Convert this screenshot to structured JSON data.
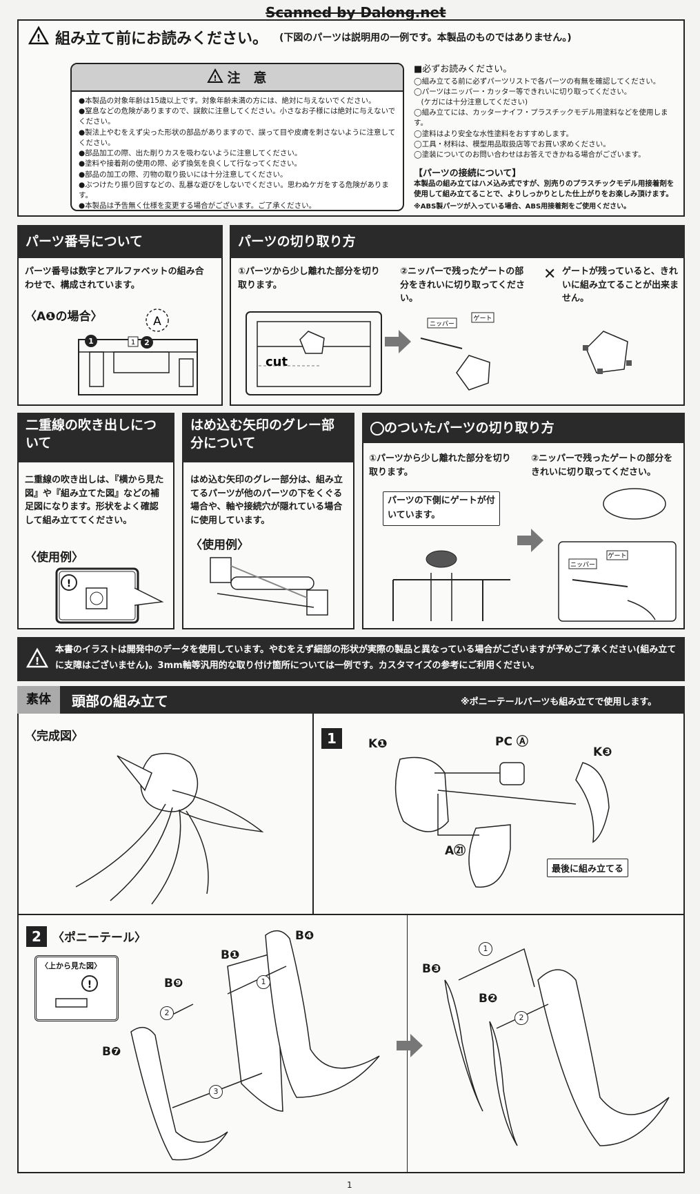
{
  "watermark": "Scanned by Dalong.net",
  "top_notice": {
    "title": "組み立て前にお読みください。",
    "subtitle": "(下図のパーツは説明用の一例です。本製品のものではありません。)"
  },
  "caution": {
    "title": "注　意",
    "items": [
      "●本製品の対象年齢は15歳以上です。対象年齢未満の方には、絶対に与えないでください。",
      "●窒息などの危険がありますので、誤飲に注意してください。小さなお子様には絶対に与えないでください。",
      "●製法上やむをえず尖った形状の部品がありますので、誤って目や皮膚を刺さないように注意してください。",
      "●部品加工の際、出た削りカスを吸わないように注意してください。",
      "●塗料や接着剤の使用の際、必ず換気を良くして行なってください。",
      "●部品の加工の際、刃物の取り扱いには十分注意してください。",
      "●ぶつけたり振り回すなどの、乱暴な遊びをしないでください。思わぬケガをする危険があります。",
      "●本製品は予告無く仕様を変更する場合がございます。ご了承ください。"
    ]
  },
  "must_read": {
    "title": "■必ずお読みください。",
    "items": [
      "◯組み立てる前に必ずパーツリストで各パーツの有無を確認してください。",
      "◯パーツはニッパー・カッター等できれいに切り取ってください。",
      "　(ケガには十分注意してください)",
      "◯組み立てには、カッターナイフ・プラスチックモデル用塗料などを使用します。",
      "◯塗料はより安全な水性塗料をおすすめします。",
      "◯工具・材料は、模型用品取扱店等でお買い求めください。",
      "◯塗装についてのお問い合わせはお答えできかねる場合がございます。"
    ],
    "connection_title": "【パーツの接続について】",
    "connection_text": "本製品の組み立てはハメ込み式ですが、別売りのプラスチックモデル用接着剤を使用して組み立てることで、よりしっかりとした仕上がりをお楽しみ頂けます。",
    "abs_note": "※ABS製パーツが入っている場合、ABS用接着剤をご使用ください。"
  },
  "part_number": {
    "header": "パーツ番号について",
    "text": "パーツ番号は数字とアルファベットの組み合わせで、構成されています。",
    "example": "〈A❶の場合〉",
    "labels": [
      "A",
      "1",
      "2",
      "1"
    ]
  },
  "cutting": {
    "header": "パーツの切り取り方",
    "step1": "①パーツから少し離れた部分を切り取ります。",
    "step2": "②ニッパーで残ったゲートの部分をきれいに切り取ってください。",
    "step3": "ゲートが残っていると、きれいに組み立てることが出来ません。",
    "cut_label": "cut",
    "nipper": "ニッパー",
    "gate": "ゲート"
  },
  "double_line": {
    "header": "二重線の吹き出しについて",
    "text": "二重線の吹き出しは、『横から見た図』や『組み立てた図』などの補足図になります。形状をよく確認して組み立ててください。",
    "example": "〈使用例〉"
  },
  "gray_arrow": {
    "header": "はめ込む矢印のグレー部分について",
    "text": "はめ込む矢印のグレー部分は、組み立てるパーツが他のパーツの下をくぐる場合や、軸や接続穴が隠れている場合に使用しています。",
    "example": "〈使用例〉"
  },
  "marked_parts": {
    "header": "のついたパーツの切り取り方",
    "step1": "①パーツから少し離れた部分を切り取ります。",
    "step2": "②ニッパーで残ったゲートの部分をきれいに切り取ってください。",
    "callout": "パーツの下側にゲートが付いています。",
    "nipper": "ニッパー",
    "gate": "ゲート"
  },
  "illustration_notice": "本書のイラストは開発中のデータを使用しています。やむをえず細部の形状が実際の製品と異なっている場合がございますが予めご了承ください(組み立てに支障はございません)。3mm軸等汎用的な取り付け箇所については一例です。カスタマイズの参考にご利用ください。",
  "head_section": {
    "tag": "素体",
    "title": "頭部の組み立て",
    "note": "※ポニーテールパーツも組み立てで使用します。",
    "complete": "〈完成図〉",
    "step1_num": "1",
    "step1_labels": [
      "K❶",
      "PC Ⓐ",
      "K❸",
      "A㉑"
    ],
    "step1_callout": "最後に組み立てる",
    "step2_num": "2",
    "step2_title": "〈ポニーテール〉",
    "top_view": "〈上から見た図〉",
    "step2_labels": [
      "B❶",
      "B❹",
      "B❾",
      "B❼",
      "B❸",
      "B❷"
    ],
    "arrow_nums": [
      "1",
      "2",
      "3",
      "1",
      "2"
    ]
  },
  "page_number": "1"
}
